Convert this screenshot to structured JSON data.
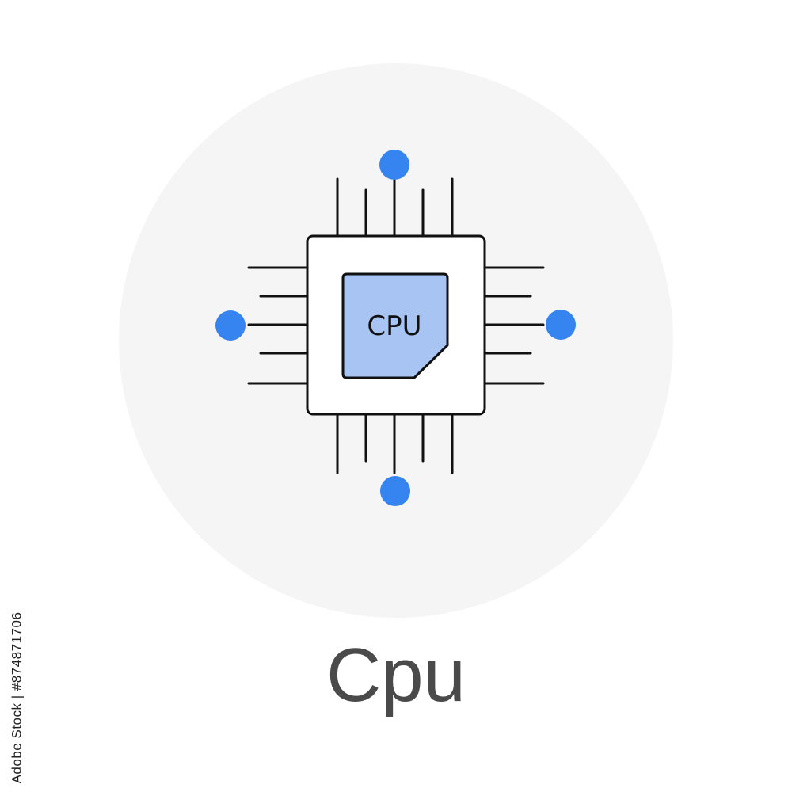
{
  "caption": "Cpu",
  "chip_label": "CPU",
  "stock_id": "Adobe Stock | #874871706",
  "icon": "cpu-chip-icon",
  "colors": {
    "background_circle": "#f5f5f5",
    "chip_fill": "#a7c4f2",
    "node_blue": "#3584f0",
    "stroke": "#111111",
    "caption_text": "#4a4a4a"
  }
}
